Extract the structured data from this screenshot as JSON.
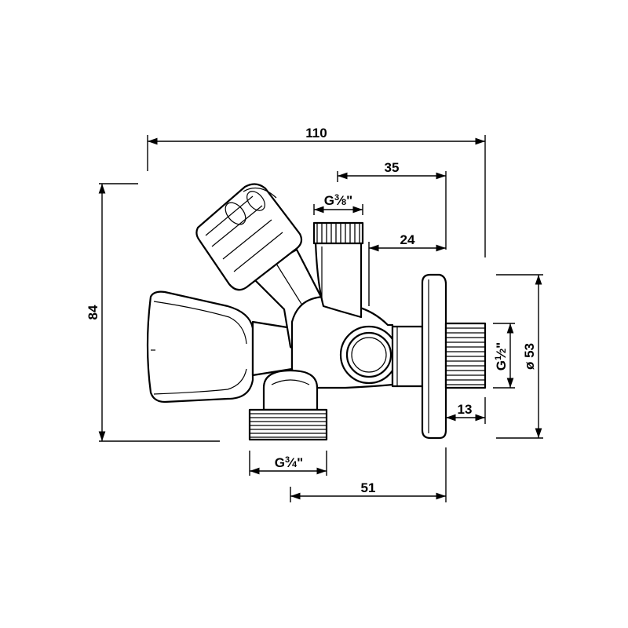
{
  "dimensions": {
    "overall_width": "110",
    "outlet_offset": "35",
    "top_outlet_offset": "24",
    "height": "84",
    "flange_diameter": "ø 53",
    "thread_length": "13",
    "bottom_offset": "51"
  },
  "threads": {
    "top_outlet": {
      "prefix": "G",
      "num": "3",
      "den": "8",
      "suffix": "\""
    },
    "bottom_outlet": {
      "prefix": "G",
      "num": "3",
      "den": "4",
      "suffix": "\""
    },
    "inlet": {
      "prefix": "G",
      "num": "1",
      "den": "2",
      "suffix": "\""
    }
  }
}
